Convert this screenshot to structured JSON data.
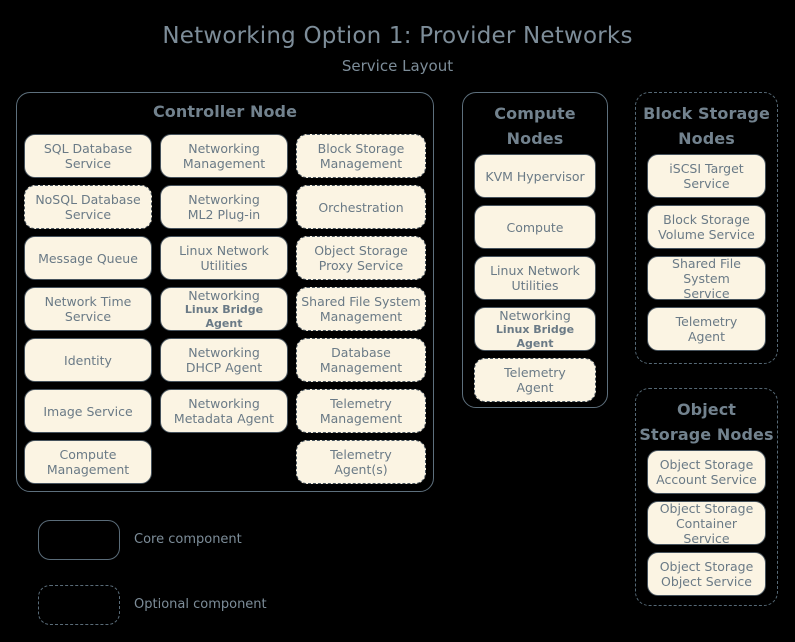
{
  "title": {
    "main": "Networking Option 1: Provider Networks",
    "sub": "Service Layout"
  },
  "colors": {
    "background": "#000000",
    "panel_border": "#5d6f7c",
    "box_fill": "#fbf4e3",
    "box_border": "#46525c",
    "text": "#6a7a86",
    "title_text": "#7d8d99"
  },
  "panels": [
    {
      "id": "controller-node",
      "title": "Controller Node",
      "style": "core",
      "columns": [
        {
          "items": [
            {
              "l1": "SQL Database",
              "l2": "Service",
              "style": "core"
            },
            {
              "l1": "NoSQL Database",
              "l2": "Service",
              "style": "optional"
            },
            {
              "l1": "Message Queue",
              "l2": "",
              "style": "core"
            },
            {
              "l1": "Network Time",
              "l2": "Service",
              "style": "core"
            },
            {
              "l1": "Identity",
              "l2": "",
              "style": "core"
            },
            {
              "l1": "Image Service",
              "l2": "",
              "style": "core"
            },
            {
              "l1": "Compute",
              "l2": "Management",
              "style": "core"
            }
          ]
        },
        {
          "items": [
            {
              "l1": "Networking",
              "l2": "Management",
              "style": "core"
            },
            {
              "l1": "Networking",
              "l2": "ML2 Plug-in",
              "style": "core"
            },
            {
              "l1": "Linux Network",
              "l2": "Utilities",
              "style": "core"
            },
            {
              "l1": "Networking",
              "l2": "Linux Bridge Agent",
              "style": "core",
              "sub_small": true
            },
            {
              "l1": "Networking",
              "l2": "DHCP Agent",
              "style": "core"
            },
            {
              "l1": "Networking",
              "l2": "Metadata Agent",
              "style": "core"
            }
          ]
        },
        {
          "items": [
            {
              "l1": "Block Storage",
              "l2": "Management",
              "style": "optional"
            },
            {
              "l1": "Orchestration",
              "l2": "",
              "style": "optional"
            },
            {
              "l1": "Object Storage",
              "l2": "Proxy Service",
              "style": "optional"
            },
            {
              "l1": "Shared File System",
              "l2": "Management",
              "style": "optional"
            },
            {
              "l1": "Database",
              "l2": "Management",
              "style": "optional"
            },
            {
              "l1": "Telemetry",
              "l2": "Management",
              "style": "optional"
            },
            {
              "l1": "Telemetry",
              "l2": "Agent(s)",
              "style": "optional"
            }
          ]
        }
      ]
    },
    {
      "id": "compute-nodes",
      "title_line1": "Compute",
      "title_line2": "Nodes",
      "style": "core",
      "items": [
        {
          "l1": "KVM Hypervisor",
          "l2": "",
          "style": "core"
        },
        {
          "l1": "Compute",
          "l2": "",
          "style": "core"
        },
        {
          "l1": "Linux Network",
          "l2": "Utilities",
          "style": "core"
        },
        {
          "l1": "Networking",
          "l2": "Linux Bridge Agent",
          "style": "core",
          "sub_small": true
        },
        {
          "l1": "Telemetry",
          "l2": "Agent",
          "style": "optional"
        }
      ]
    },
    {
      "id": "block-storage-nodes",
      "title_line1": "Block Storage",
      "title_line2": "Nodes",
      "style": "optional",
      "items": [
        {
          "l1": "iSCSI Target",
          "l2": "Service",
          "style": "core"
        },
        {
          "l1": "Block Storage",
          "l2": "Volume Service",
          "style": "core"
        },
        {
          "l1": "Shared File System",
          "l2": "Service",
          "style": "core"
        },
        {
          "l1": "Telemetry",
          "l2": "Agent",
          "style": "core"
        }
      ]
    },
    {
      "id": "object-storage-nodes",
      "title_line1": "Object",
      "title_line2": "Storage Nodes",
      "style": "optional",
      "items": [
        {
          "l1": "Object Storage",
          "l2": "Account Service",
          "style": "core"
        },
        {
          "l1": "Object Storage",
          "l2": "Container Service",
          "style": "core"
        },
        {
          "l1": "Object Storage",
          "l2": "Object Service",
          "style": "core"
        }
      ]
    }
  ],
  "legend": [
    {
      "style": "core",
      "label": "Core component"
    },
    {
      "style": "optional",
      "label": "Optional component"
    }
  ]
}
